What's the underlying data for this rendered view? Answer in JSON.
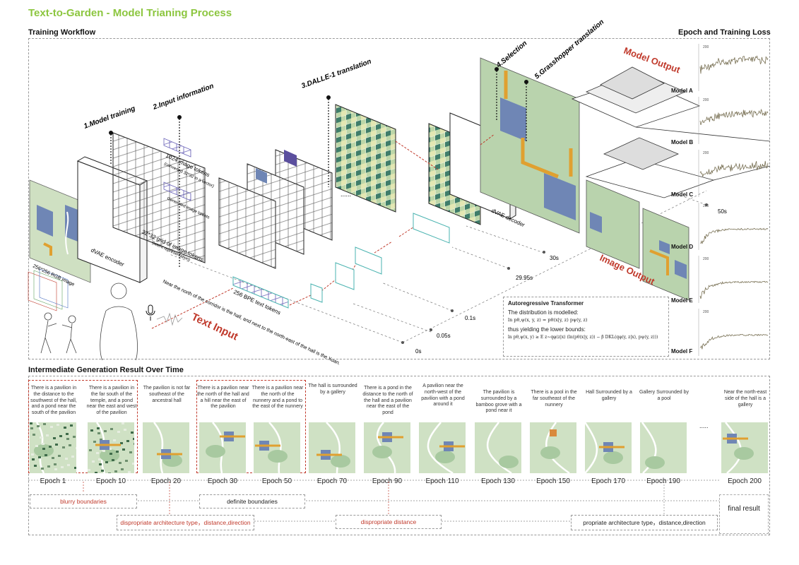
{
  "header": {
    "title": "Text-to-Garden - Model Trianing Process",
    "workflow_title": "Training Workflow",
    "loss_title": "Epoch and Training Loss",
    "intermediate_title": "Intermediate Generation Result Over Time"
  },
  "workflow": {
    "steps": [
      "1.Model training",
      "2.Input information",
      "3.DALLE-1 translation",
      "4.Selection",
      "5.Grasshopper translation"
    ],
    "dvae_encoder": "dVAE encoder",
    "dvae_decoder": "dVAE decoder",
    "rgb_image": "256*256 RGB image",
    "grid_label": "32*32 grid of image tokens",
    "grid_sublabel": "(latent representation)",
    "image_tokens": "1024 image tokens",
    "image_tokens_sub": "(converted 32*32 in a vector)",
    "generated_latents": "Generated image latents",
    "bpe_tokens": "256 BPE text tokens",
    "text_input": "Text Input",
    "input_sentence": "Near the north of the corridor is the hall, and next to the north-east of the hall is the Xuan.",
    "model_output": "Model Output",
    "image_output": "Image Output",
    "ellipsis": "......",
    "times": [
      "0s",
      "0.05s",
      "0.1s",
      "29.95s",
      "30s",
      "50s"
    ],
    "transformer": {
      "title": "Autoregressive Transformer",
      "line1": "The distribution is modelled:",
      "eq1": "ln pθ,ψ(x, y, z) = pθ(x|y, z) pψ(y, z)",
      "line2": "thus yielding the lower bounds:",
      "eq2": "ln pθ,ψ(x, y) ≥ E z~qφ(z|x) (ln(pθ(x|y, z)) − β DKL(qφ(y, z|x), pψ(y, z)))"
    }
  },
  "loss": {
    "models": [
      "Model A",
      "Model B",
      "Model C",
      "Model D",
      "Model E",
      "Model F"
    ],
    "axis_label": "200"
  },
  "results": [
    {
      "epoch": "Epoch 1",
      "caption": "There is a pavilion in the distance to the southwest of the hall, and a pond near the south of the pavilion"
    },
    {
      "epoch": "Epoch 10",
      "caption": "There is a pavilion in the far south of the temple, and a pond near the east and west of the pavilion"
    },
    {
      "epoch": "Epoch 20",
      "caption": "The pavilion is not far southeast of the ancestral hall"
    },
    {
      "epoch": "Epoch 30",
      "caption": "There is a pavilion near the north of the hall and a hill near the east of the pavilion"
    },
    {
      "epoch": "Epoch 50",
      "caption": "There is a pavilion near the north of the nunnery and a pond to the east of the nunnery"
    },
    {
      "epoch": "Epoch 70",
      "caption": "The hall is surrounded by a gallery"
    },
    {
      "epoch": "Epoch 90",
      "caption": "There is a pond in the distance to the north of the hall and a pavilion near the east of the pond"
    },
    {
      "epoch": "Epoch 110",
      "caption": "A pavilion near the north-west of the pavilion with a pond around it"
    },
    {
      "epoch": "Epoch 130",
      "caption": "The pavilion is surrounded by a bamboo grove with a pond near it"
    },
    {
      "epoch": "Epoch 150",
      "caption": "There is a pool in the far southeast of the nunnery"
    },
    {
      "epoch": "Epoch 170",
      "caption": "Hall Surrounded by a gallery"
    },
    {
      "epoch": "Epoch 190",
      "caption": "Gallery Surrounded by a pool"
    },
    {
      "epoch": "Epoch 200",
      "caption": "Near the north-east side of the hall is a gallery"
    }
  ],
  "results_ellipsis": ".....",
  "legend": {
    "blurry": "blurry boundaries",
    "definite": "definite boundaries",
    "improper_type": "dispropriate architecture type，distance,direction",
    "improper_distance": "dispropriate distance",
    "proper_type": "propriate architecture type，distance,direction",
    "final": "final result"
  },
  "colors": {
    "title_green": "#8cc63f",
    "accent_red": "#c0392b",
    "garden_green": "#b9d3ad",
    "water_blue": "#6f86b5",
    "path_orange": "#e0a030"
  }
}
